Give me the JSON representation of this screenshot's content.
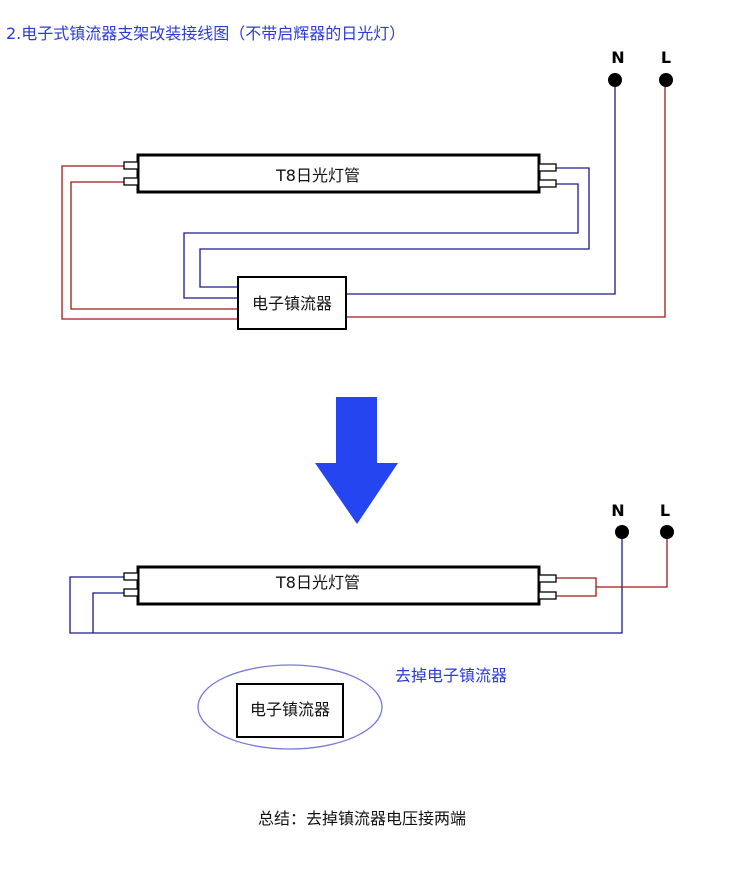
{
  "title": "2.电子式镇流器支架改装接线图（不带启辉器的日光灯）",
  "colors": {
    "title": "#2b3bd6",
    "neutral_wire": "#1a1a8c",
    "live_wire": "#a01818",
    "arrow": "#2545f0",
    "ellipse": "#7a7ad6"
  },
  "before": {
    "tube_label": "T8日光灯管",
    "ballast_label": "电子镇流器",
    "terminal_n": "N",
    "terminal_l": "L"
  },
  "after": {
    "tube_label": "T8日光灯管",
    "terminal_n": "N",
    "terminal_l": "L",
    "removed_ballast_label": "电子镇流器",
    "remove_note": "去掉电子镇流器"
  },
  "summary": "总结：去掉镇流器电压接两端"
}
